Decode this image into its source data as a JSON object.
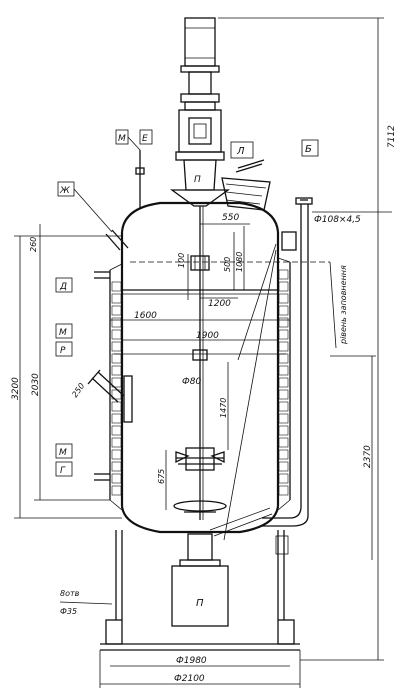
{
  "letters": {
    "M_top": "М",
    "E": "Е",
    "L": "Л",
    "B": "Б",
    "Zh": "Ж",
    "D": "Д",
    "M_mid": "М",
    "R": "Р",
    "M_low": "М",
    "G": "Г",
    "P_motor": "П",
    "P_drive": "П"
  },
  "dims": {
    "d550": "550",
    "d100": "100",
    "d500": "500",
    "d1080": "1080",
    "d1200": "1200",
    "d1600": "1600",
    "d1900": "1900",
    "d800": "Ф80",
    "d1470": "1470",
    "d675": "675",
    "d2370": "2370",
    "d3200": "3200",
    "d2030": "2030",
    "d250": "250",
    "d260": "260",
    "d7112": "7112",
    "pipe": "Ф108×4,5",
    "d1980": "Ф1980",
    "d2100": "Ф2100",
    "bolts_a": "8отв",
    "bolts_b": "Ф35",
    "level": "рівень заповнення"
  }
}
